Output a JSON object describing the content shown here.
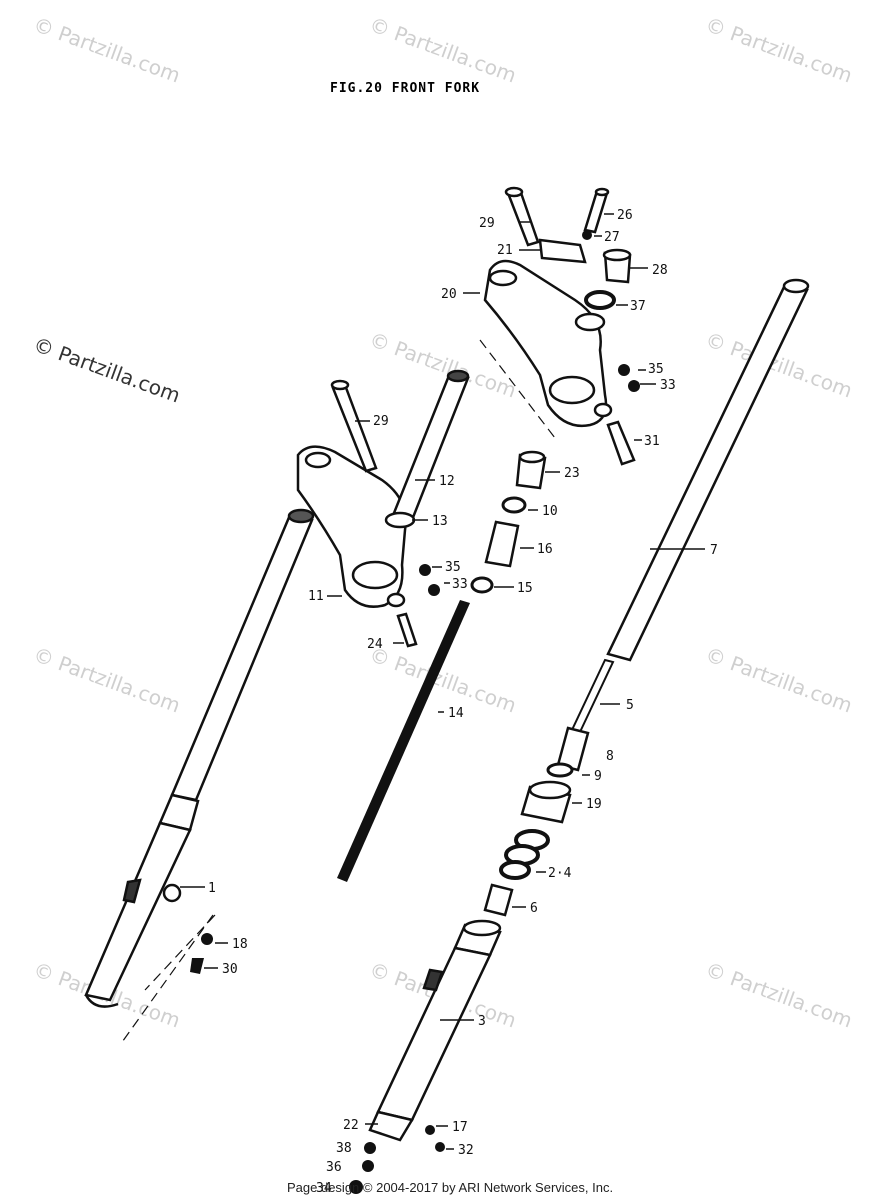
{
  "title": "FIG.20 FRONT FORK",
  "watermark": "© Partzilla.com",
  "footer": "Page design © 2004-2017 by ARI Network Services, Inc.",
  "labels": [
    {
      "id": "26",
      "text": "26"
    },
    {
      "id": "29a",
      "text": "29"
    },
    {
      "id": "27",
      "text": "27"
    },
    {
      "id": "21",
      "text": "21"
    },
    {
      "id": "28",
      "text": "28"
    },
    {
      "id": "20",
      "text": "20"
    },
    {
      "id": "37",
      "text": "37"
    },
    {
      "id": "35a",
      "text": "35"
    },
    {
      "id": "33a",
      "text": "33"
    },
    {
      "id": "31",
      "text": "31"
    },
    {
      "id": "29b",
      "text": "29"
    },
    {
      "id": "23",
      "text": "23"
    },
    {
      "id": "12",
      "text": "12"
    },
    {
      "id": "10",
      "text": "10"
    },
    {
      "id": "13",
      "text": "13"
    },
    {
      "id": "16",
      "text": "16"
    },
    {
      "id": "7",
      "text": "7"
    },
    {
      "id": "35b",
      "text": "35"
    },
    {
      "id": "33b",
      "text": "33"
    },
    {
      "id": "15",
      "text": "15"
    },
    {
      "id": "11",
      "text": "11"
    },
    {
      "id": "24",
      "text": "24"
    },
    {
      "id": "5",
      "text": "5"
    },
    {
      "id": "14",
      "text": "14"
    },
    {
      "id": "8",
      "text": "8"
    },
    {
      "id": "9",
      "text": "9"
    },
    {
      "id": "19",
      "text": "19"
    },
    {
      "id": "1",
      "text": "1"
    },
    {
      "id": "2-4",
      "text": "2·4"
    },
    {
      "id": "6",
      "text": "6"
    },
    {
      "id": "18",
      "text": "18"
    },
    {
      "id": "30",
      "text": "30"
    },
    {
      "id": "3",
      "text": "3"
    },
    {
      "id": "22",
      "text": "22"
    },
    {
      "id": "17",
      "text": "17"
    },
    {
      "id": "38",
      "text": "38"
    },
    {
      "id": "32",
      "text": "32"
    },
    {
      "id": "36",
      "text": "36"
    },
    {
      "id": "34",
      "text": "34"
    }
  ]
}
